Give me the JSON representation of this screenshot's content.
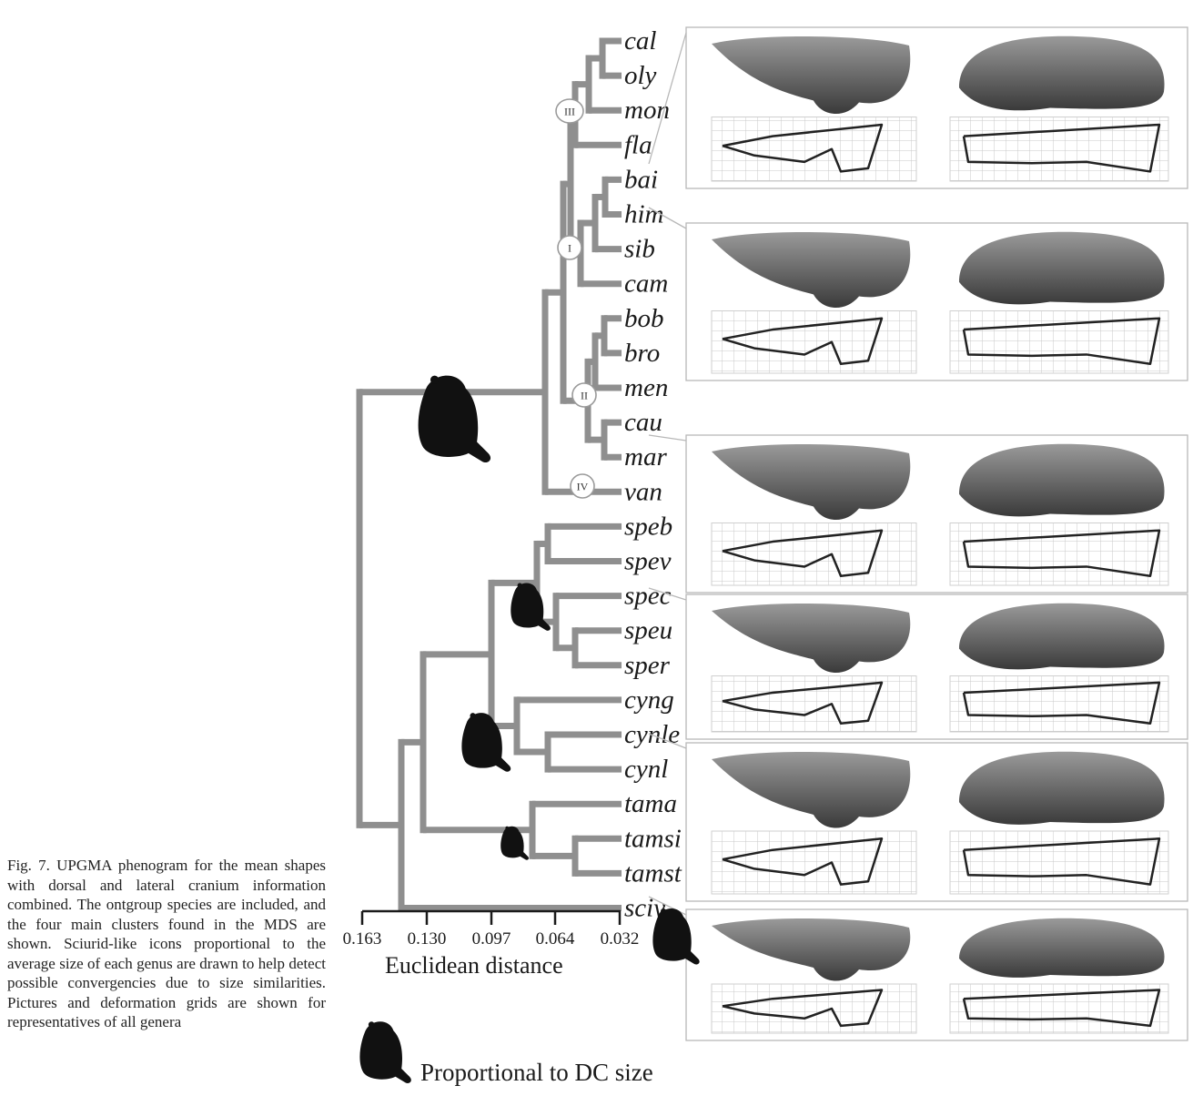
{
  "species": [
    "cal",
    "oly",
    "mon",
    "fla",
    "bai",
    "him",
    "sib",
    "cam",
    "bob",
    "bro",
    "men",
    "cau",
    "mar",
    "van",
    "speb",
    "spev",
    "spec",
    "speu",
    "sper",
    "cyng",
    "cynle",
    "cynl",
    "tama",
    "tamsi",
    "tamst",
    "sciv"
  ],
  "clusters": [
    "III",
    "I",
    "II",
    "IV"
  ],
  "axis": {
    "title": "Euclidean distance",
    "ticks": [
      "0.163",
      "0.130",
      "0.097",
      "0.064",
      "0.032"
    ]
  },
  "legend": {
    "label": "Proportional  to DC size"
  },
  "caption": "Fig. 7. UPGMA phenogram for the mean shapes with dorsal and lateral cranium information combined. The ontgroup species are included, and the four main clusters found in the MDS are shown. Sciurid-like icons proportional to the average size of each genus are drawn to help detect possible convergencies due to size similarities. Pictures and deformation grids are shown for representatives of all genera",
  "colors": {
    "branch": "#8f8f8f",
    "panel_border": "#b8b8b8",
    "skull": "#6e6e6e",
    "icon": "#111111"
  },
  "panel_count": 5
}
